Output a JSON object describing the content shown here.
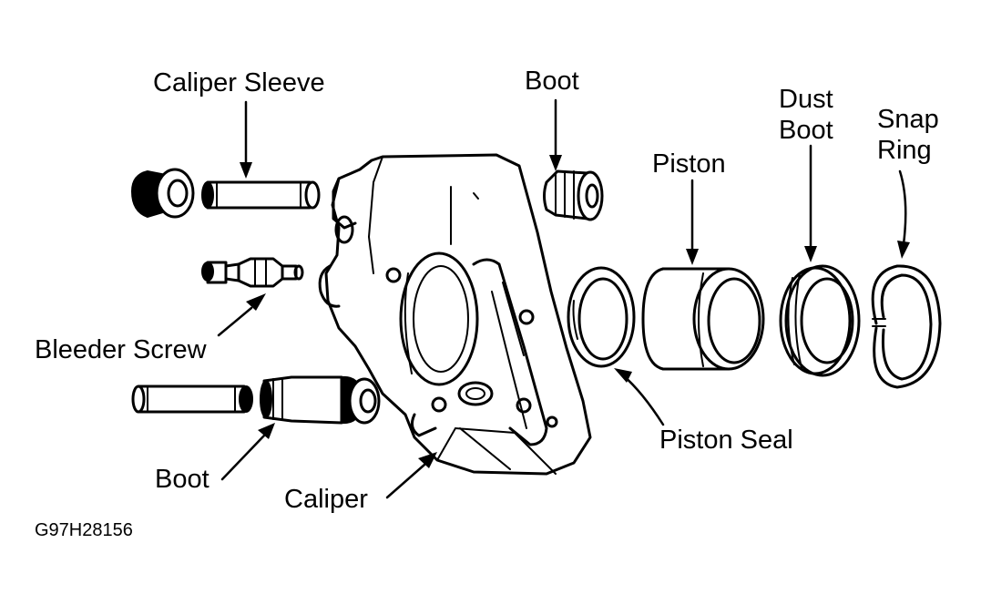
{
  "labels": {
    "caliper_sleeve": "Caliper Sleeve",
    "boot_top": "Boot",
    "dust_boot_line1": "Dust",
    "dust_boot_line2": "Boot",
    "snap_ring_line1": "Snap",
    "snap_ring_line2": "Ring",
    "piston": "Piston",
    "bleeder_screw": "Bleeder Screw",
    "piston_seal": "Piston Seal",
    "boot_bottom": "Boot",
    "caliper": "Caliper",
    "figure_code": "G97H28156"
  },
  "colors": {
    "ink": "#000000",
    "paper": "#ffffff"
  }
}
